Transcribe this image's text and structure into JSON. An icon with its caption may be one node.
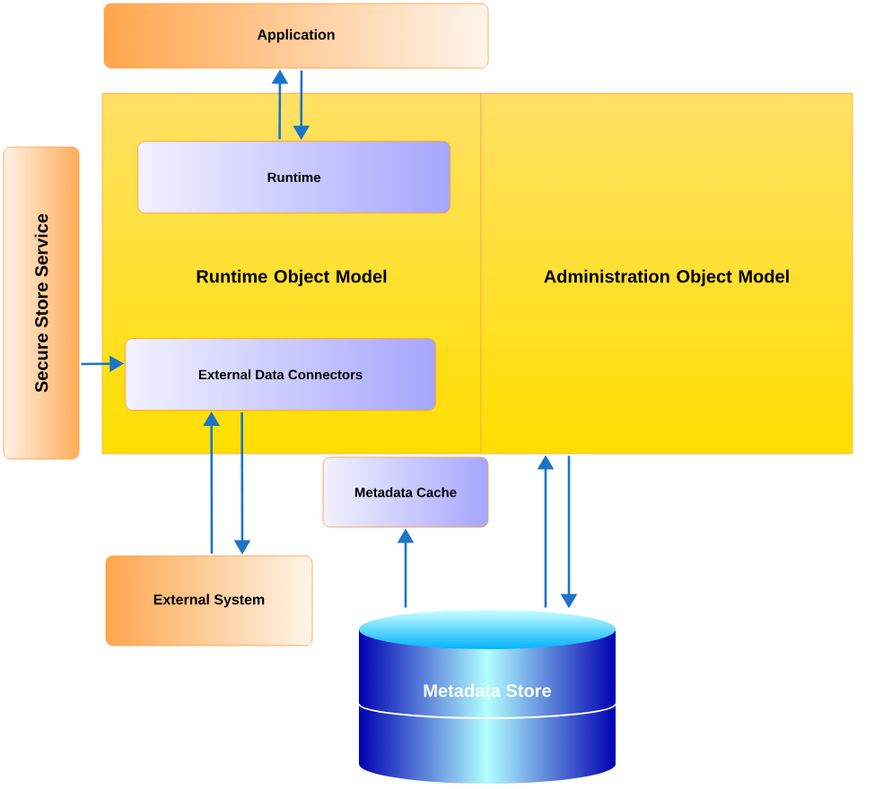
{
  "diagram": {
    "nodes": [
      {
        "text": [
          "Application"
        ]
      },
      {
        "text": [
          "Secure Store Service"
        ]
      },
      {
        "text": [
          "Runtime Object Model"
        ]
      },
      {
        "text": [
          "Runtime"
        ],
        "in": 2
      },
      {
        "text": [
          "External Data Connectors"
        ],
        "in": 2
      },
      {
        "text": [
          "Administration Object Model"
        ]
      },
      {
        "text": [
          "Metadata Cache"
        ]
      },
      {
        "text": [
          "External System"
        ]
      },
      {
        "text": [
          "Metadata Store"
        ]
      }
    ],
    "edges": [
      {
        "from": 3,
        "to": 0,
        "arrow": "to"
      },
      {
        "from": 0,
        "to": 3,
        "arrow": "to"
      },
      {
        "from": 1,
        "to": 4,
        "arrow": "to"
      },
      {
        "from": 7,
        "to": 4,
        "arrow": "to"
      },
      {
        "from": 4,
        "to": 7,
        "arrow": "to"
      },
      {
        "from": 8,
        "to": 6,
        "arrow": "to"
      },
      {
        "from": 8,
        "to": 5,
        "arrow": "to"
      },
      {
        "from": 5,
        "to": 8,
        "arrow": "to"
      }
    ]
  }
}
